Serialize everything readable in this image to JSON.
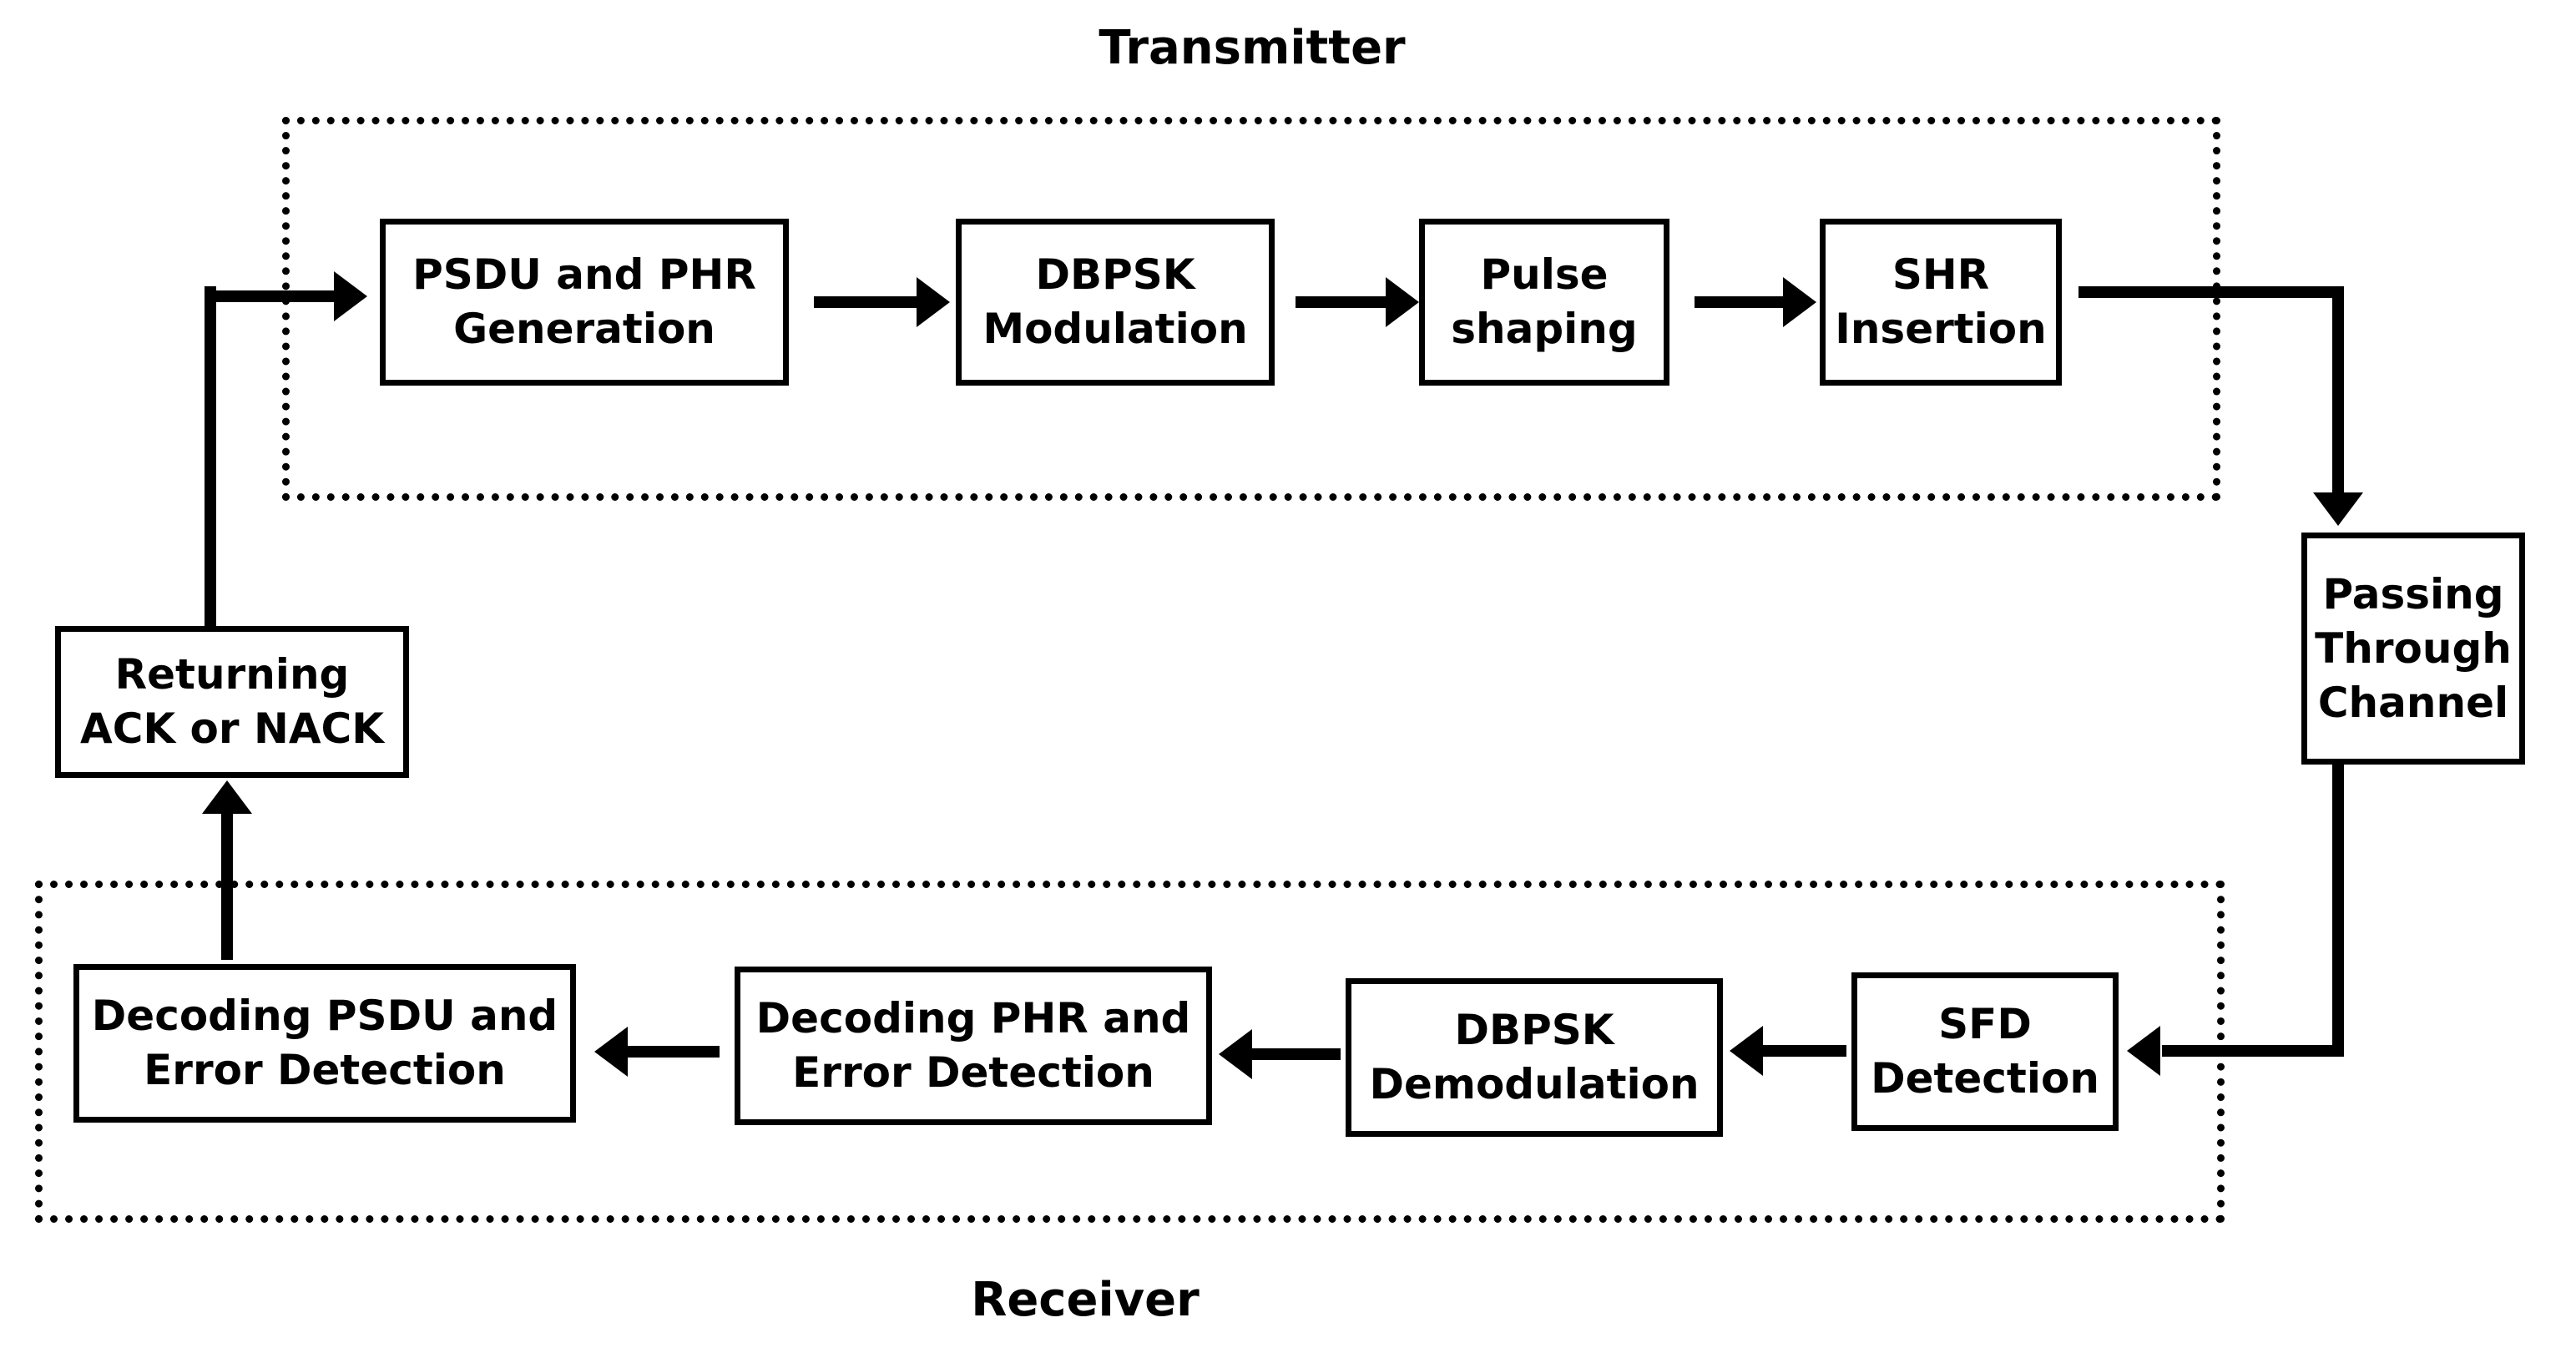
{
  "diagram": {
    "title_transmitter": "Transmitter",
    "title_receiver": "Receiver",
    "transmitter_blocks": [
      {
        "id": "psdu-phr-generation",
        "line1": "PSDU and PHR",
        "line2": "Generation"
      },
      {
        "id": "dbpsk-modulation",
        "line1": "DBPSK",
        "line2": "Modulation"
      },
      {
        "id": "pulse-shaping",
        "line1": "Pulse",
        "line2": "shaping"
      },
      {
        "id": "shr-insertion",
        "line1": "SHR",
        "line2": "Insertion"
      }
    ],
    "channel_block": {
      "id": "passing-through-channel",
      "line1": "Passing",
      "line2": "Through",
      "line3": "Channel"
    },
    "feedback_block": {
      "id": "returning-ack-or-nack",
      "line1": "Returning",
      "line2": "ACK or NACK"
    },
    "receiver_blocks": [
      {
        "id": "decoding-psdu-error-detection",
        "line1": "Decoding PSDU and",
        "line2": "Error Detection"
      },
      {
        "id": "decoding-phr-error-detection",
        "line1": "Decoding PHR and",
        "line2": "Error Detection"
      },
      {
        "id": "dbpsk-demodulation",
        "line1": "DBPSK",
        "line2": "Demodulation"
      },
      {
        "id": "sfd-detection",
        "line1": "SFD",
        "line2": "Detection"
      }
    ],
    "colors": {
      "stroke": "#000000",
      "background": "#ffffff"
    }
  }
}
